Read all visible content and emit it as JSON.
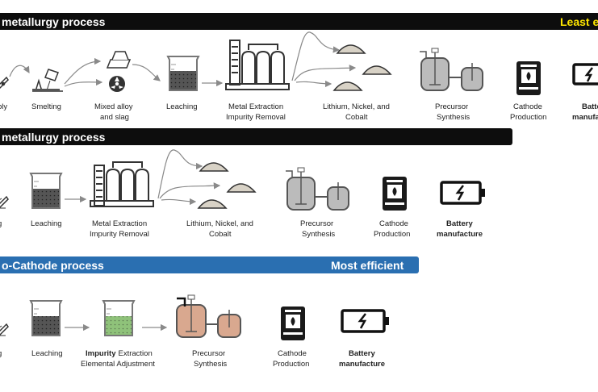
{
  "colors": {
    "dark_bar": "#0d0d0d",
    "blue_bar": "#2a6fb1",
    "least_efficient": "#ffe600",
    "most_efficient": "#ffffff",
    "icon": "#333333",
    "powder": "#d8d2c6",
    "green_liquid": "#8fc27a",
    "copper_liquid": "#d9a88f"
  },
  "rows": [
    {
      "title": "metallurgy process",
      "annotation": "Least ef",
      "steps": [
        {
          "icon": "battery-disassembly-icon",
          "label": "bly",
          "bold": ""
        },
        {
          "icon": "smelting-icon",
          "label": "Smelting",
          "bold": ""
        },
        {
          "icon": "alloy-slag-icon",
          "label": "Mixed alloy",
          "label2": "and slag",
          "bold": ""
        },
        {
          "icon": "leaching-beaker-icon",
          "label": "Leaching",
          "bold": ""
        },
        {
          "icon": "extraction-plant-icon",
          "label": "Metal Extraction",
          "label2": "Impurity Removal",
          "bold": ""
        },
        {
          "icon": "metal-powders-icon",
          "label": "Lithium, Nickel, and",
          "label2": "Cobalt",
          "bold": ""
        },
        {
          "icon": "precursor-reactor-icon",
          "label": "Precursor",
          "label2": "Synthesis",
          "bold": ""
        },
        {
          "icon": "cathode-furnace-icon",
          "label": "Cathode",
          "label2": "Production",
          "bold": ""
        },
        {
          "icon": "battery-icon",
          "label": "",
          "bold": "Batte",
          "bold2": "manufa"
        }
      ]
    },
    {
      "title": "metallurgy process",
      "annotation": "",
      "steps": [
        {
          "icon": "battery-disassembly-icon",
          "label": "g",
          "bold": ""
        },
        {
          "icon": "leaching-beaker-icon",
          "label": "Leaching",
          "bold": ""
        },
        {
          "icon": "extraction-plant-icon",
          "label": "Metal Extraction",
          "label2": "Impurity Removal",
          "bold": ""
        },
        {
          "icon": "metal-powders-icon",
          "label": "Lithium, Nickel, and",
          "label2": "Cobalt",
          "bold": ""
        },
        {
          "icon": "precursor-reactor-icon",
          "label": "Precursor",
          "label2": "Synthesis",
          "bold": ""
        },
        {
          "icon": "cathode-furnace-icon",
          "label": "Cathode",
          "label2": "Production",
          "bold": ""
        },
        {
          "icon": "battery-icon",
          "label": "",
          "bold": "Battery",
          "bold2": "manufacture"
        }
      ]
    },
    {
      "title": "o-Cathode process",
      "annotation": "Most efficient",
      "steps": [
        {
          "icon": "battery-disassembly-icon",
          "label": "g",
          "bold": ""
        },
        {
          "icon": "leaching-beaker-icon",
          "label": "Leaching",
          "bold": ""
        },
        {
          "icon": "green-beaker-icon",
          "label": "Extraction",
          "label_prefix_bold": "Impurity",
          "label2": "Elemental Adjustment",
          "bold": ""
        },
        {
          "icon": "precursor-reactor-icon",
          "label": "Precursor",
          "label2": "Synthesis",
          "bold": ""
        },
        {
          "icon": "cathode-furnace-icon",
          "label": "Cathode",
          "label2": "Production",
          "bold": ""
        },
        {
          "icon": "battery-icon",
          "label": "",
          "bold": "Battery",
          "bold2": "manufacture"
        }
      ]
    }
  ]
}
